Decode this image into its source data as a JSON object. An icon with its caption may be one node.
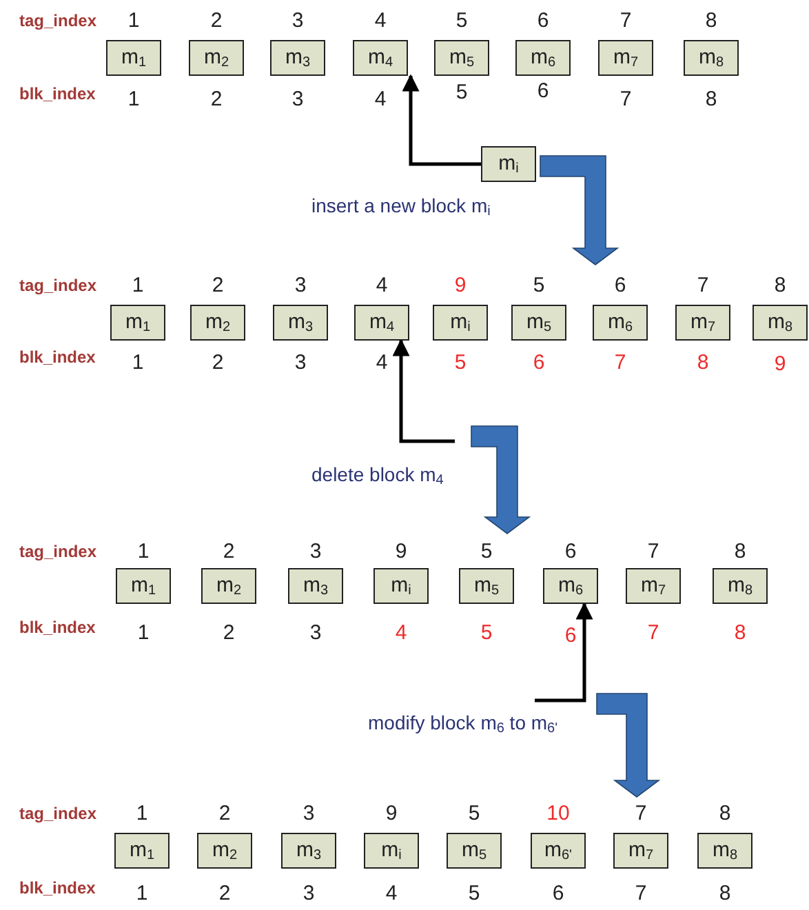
{
  "diagram": {
    "nodes": [
      {
        "text": [
          "m$_{1}$"
        ]
      },
      {
        "text": [
          "m$_{2}$"
        ]
      },
      {
        "text": [
          "m$_{3}$"
        ]
      },
      {
        "text": [
          "m$_{4}$"
        ]
      },
      {
        "text": [
          "m$_{5}$"
        ]
      },
      {
        "text": [
          "m$_{6}$"
        ]
      },
      {
        "text": [
          "m$_{7}$"
        ]
      },
      {
        "text": [
          "m$_{8}$"
        ]
      },
      {
        "text": [
          "m$_{i}$"
        ]
      },
      {
        "text": [
          "m$_{1}$"
        ]
      },
      {
        "text": [
          "m$_{2}$"
        ]
      },
      {
        "text": [
          "m$_{3}$"
        ]
      },
      {
        "text": [
          "m$_{4}$"
        ]
      },
      {
        "text": [
          "m$_{i}$"
        ]
      },
      {
        "text": [
          "m$_{5}$"
        ]
      },
      {
        "text": [
          "m$_{6}$"
        ]
      },
      {
        "text": [
          "m$_{7}$"
        ]
      },
      {
        "text": [
          "m$_{8}$"
        ]
      },
      {
        "text": [
          "m$_{1}$"
        ]
      },
      {
        "text": [
          "m$_{2}$"
        ]
      },
      {
        "text": [
          "m$_{3}$"
        ]
      },
      {
        "text": [
          "m$_{i}$"
        ]
      },
      {
        "text": [
          "m$_{5}$"
        ]
      },
      {
        "text": [
          "m$_{6}$"
        ]
      },
      {
        "text": [
          "m$_{7}$"
        ]
      },
      {
        "text": [
          "m$_{8}$"
        ]
      },
      {
        "text": [
          "m$_{1}$"
        ]
      },
      {
        "text": [
          "m$_{2}$"
        ]
      },
      {
        "text": [
          "m$_{3}$"
        ]
      },
      {
        "text": [
          "m$_{i}$"
        ]
      },
      {
        "text": [
          "m$_{5}$"
        ]
      },
      {
        "text": [
          "m$_{6'}$"
        ]
      },
      {
        "text": [
          "m$_{7}$"
        ]
      },
      {
        "text": [
          "m$_{8}$"
        ]
      }
    ],
    "edges": [
      {
        "from": 8,
        "to": 3,
        "arrow": "to"
      },
      {
        "from": null,
        "to": 12,
        "arrow": "to"
      },
      {
        "from": null,
        "to": 23,
        "arrow": "to"
      }
    ],
    "labels": [
      "tag_index",
      "1",
      "2",
      "3",
      "4",
      "5",
      "6",
      "7",
      "8",
      "blk_index",
      "1",
      "2",
      "3",
      "4",
      "5",
      "6",
      "7",
      "8",
      "insert a new block m$_{i}$",
      "tag_index",
      "1",
      "2",
      "3",
      "4",
      "9",
      "5",
      "6",
      "7",
      "8",
      "blk_index",
      "1",
      "2",
      "3",
      "4",
      "5",
      "6",
      "7",
      "8",
      "9",
      "delete block m$_{4}$",
      "tag_index",
      "1",
      "2",
      "3",
      "9",
      "5",
      "6",
      "7",
      "8",
      "blk_index",
      "1",
      "2",
      "3",
      "4",
      "5",
      "6",
      "7",
      "8",
      "modify block m$_{6}$ to m$_{6'}$",
      "tag_index",
      "1",
      "2",
      "3",
      "9",
      "5",
      "10",
      "7",
      "8",
      "blk_index",
      "1",
      "2",
      "3",
      "4",
      "5",
      "6",
      "7",
      "8"
    ]
  }
}
